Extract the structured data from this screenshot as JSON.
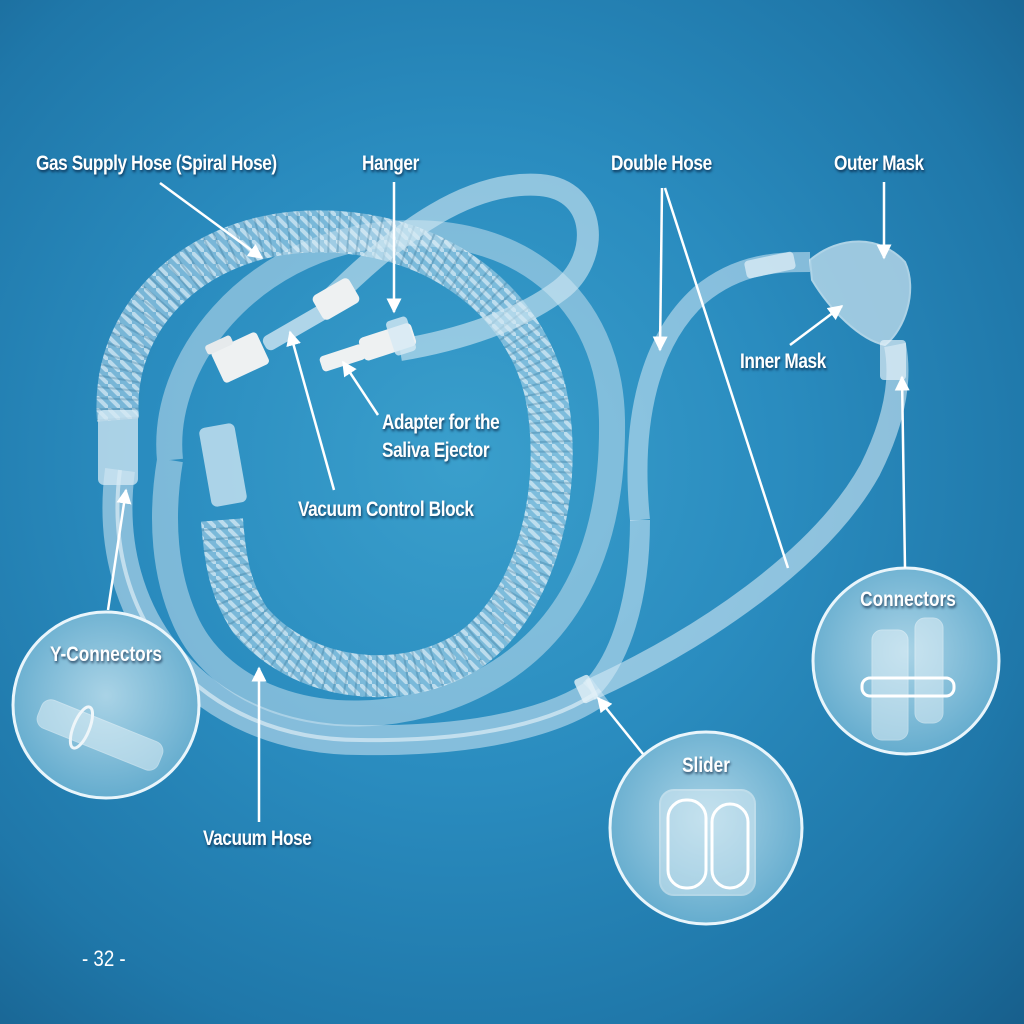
{
  "page_number": "- 32 -",
  "colors": {
    "background": "#2a8cbf",
    "label_text": "#ffffff",
    "tube": "#d7ebf5",
    "fitting": "#eef1f2"
  },
  "labels": {
    "gas_supply_hose": "Gas Supply Hose (Spiral Hose)",
    "hanger": "Hanger",
    "double_hose": "Double Hose",
    "outer_mask": "Outer Mask",
    "inner_mask": "Inner Mask",
    "adapter_saliva_ejector_line1": "Adapter for the",
    "adapter_saliva_ejector_line2": "Saliva Ejector",
    "vacuum_control_block": "Vacuum Control Block",
    "vacuum_hose": "Vacuum Hose"
  },
  "insets": {
    "y_connectors": "Y-Connectors",
    "connectors": "Connectors",
    "slider": "Slider"
  }
}
